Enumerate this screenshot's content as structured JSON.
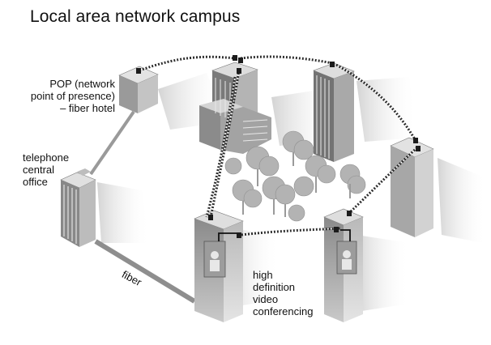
{
  "title": "Local area network campus",
  "labels": {
    "pop": [
      "POP (network",
      "point of presence)",
      "– fiber hotel"
    ],
    "telephone": [
      "telephone",
      "central",
      "office"
    ],
    "fiber": "fiber",
    "video": [
      "high",
      "definition",
      "video",
      "conferencing"
    ]
  },
  "colors": {
    "building_light": "#d6d6d6",
    "building_mid": "#a8a8a8",
    "building_dark": "#6e6e6e",
    "link": "#2a2a2a",
    "fiber_line": "#8e8e8e",
    "tree": "#b5b5b5"
  }
}
